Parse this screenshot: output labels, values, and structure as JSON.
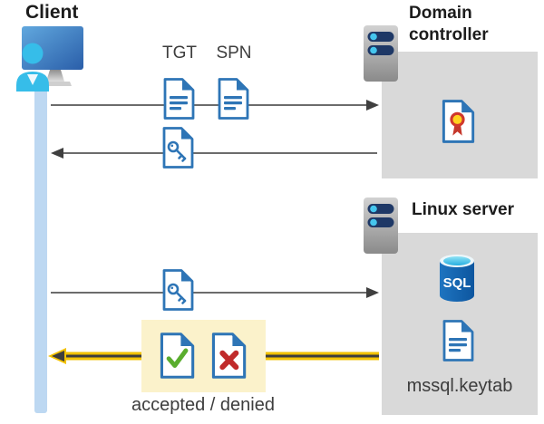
{
  "labels": {
    "client": "Client",
    "domain_controller": "Domain controller",
    "linux_server": "Linux server",
    "tgt": "TGT",
    "spn": "SPN",
    "sql": "SQL",
    "keytab": "mssql.keytab",
    "accepted_denied": "accepted / denied"
  },
  "icons": {
    "client": "client-workstation-icon",
    "domain_controller": "server-icon",
    "linux_server": "server-icon",
    "tgt_ticket": "document-icon",
    "spn_ticket": "document-icon",
    "service_ticket": "key-ticket-icon",
    "certificate": "certificate-icon",
    "sql_database": "sql-database-icon",
    "keytab_file": "document-icon",
    "accepted": "accepted-check-doc-icon",
    "denied": "denied-x-doc-icon"
  },
  "colors": {
    "doc_blue": "#2e75b6",
    "lifeline_blue": "#bdd8f2",
    "panel_gray": "#d9d9d9",
    "highlight_yellow": "#fbf2cb",
    "arrow_gray": "#4a4a4a",
    "arrow_yellow": "#f2c100",
    "accept_green": "#5aad2e",
    "deny_red": "#c02b2b",
    "person_cyan": "#36bde9",
    "sql_blue": "#0d569f"
  },
  "flow": {
    "step1": "Client sends TGT and SPN to Domain controller",
    "step2": "Domain controller returns service ticket",
    "step3": "Client presents service ticket to Linux server",
    "step4": "Linux server replies accepted / denied"
  }
}
